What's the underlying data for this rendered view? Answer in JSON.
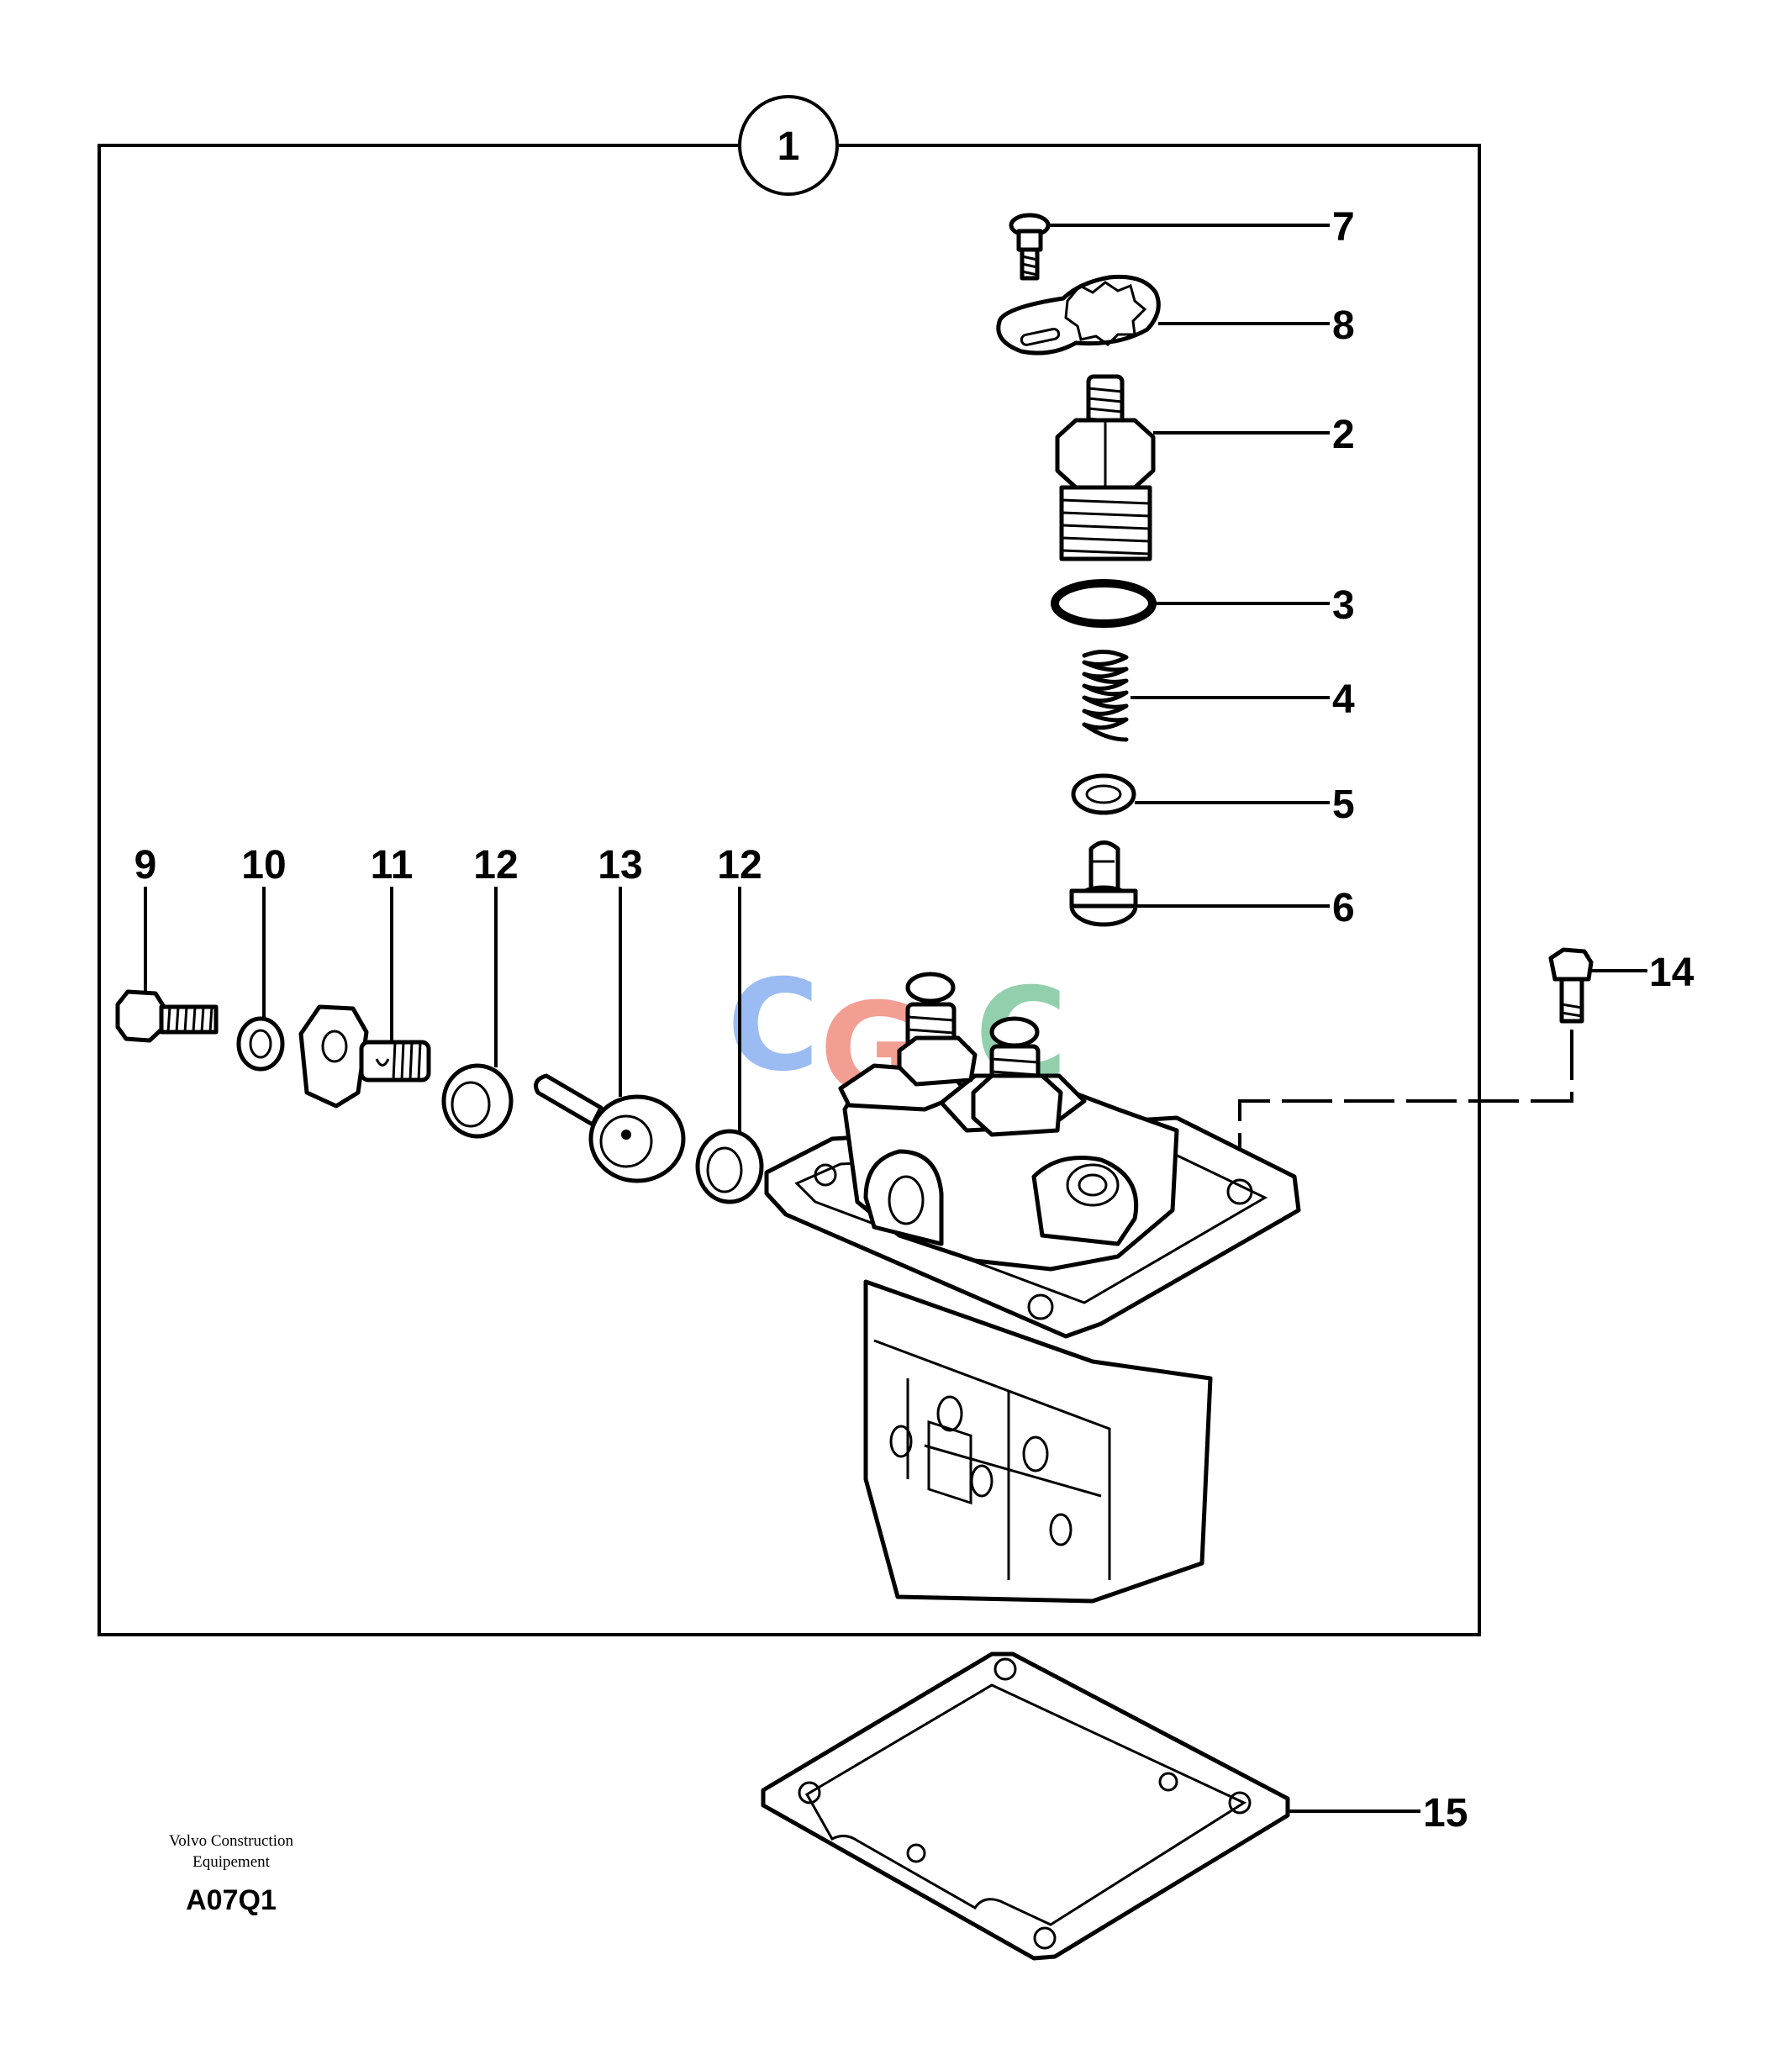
{
  "diagram": {
    "assembly_callout": "1",
    "part_labels": {
      "p7": "7",
      "p8": "8",
      "p2": "2",
      "p3": "3",
      "p4": "4",
      "p5": "5",
      "p6": "6",
      "p9": "9",
      "p10": "10",
      "p11": "11",
      "p12a": "12",
      "p13": "13",
      "p12b": "12",
      "p14": "14",
      "p15": "15"
    },
    "watermark": {
      "letters": [
        "C",
        "G",
        "C"
      ],
      "colors": [
        "#4a86e8",
        "#e8503a",
        "#3aa86b",
        "#f2b400"
      ]
    },
    "line_color": "#000000"
  },
  "footer": {
    "company_line1": "Volvo Construction",
    "company_line2": "Equipement",
    "code": "A07Q1"
  }
}
